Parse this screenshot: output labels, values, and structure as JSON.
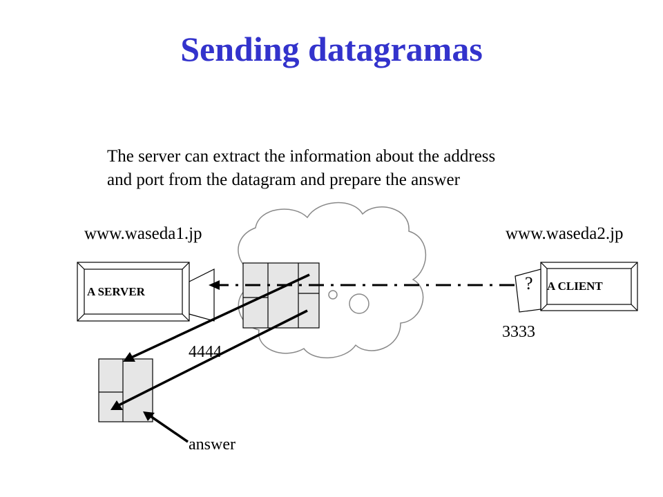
{
  "title": "Sending datagramas",
  "description_line1": "The server can extract the information about the address",
  "description_line2": "and port from the datagram and prepare the answer",
  "server": {
    "host": "www.waseda1.jp",
    "label": "A SERVER",
    "port": "4444"
  },
  "client": {
    "host": "www.waseda2.jp",
    "label": "A CLIENT",
    "port": "3333",
    "port_mark": "?"
  },
  "answer_label": "answer"
}
